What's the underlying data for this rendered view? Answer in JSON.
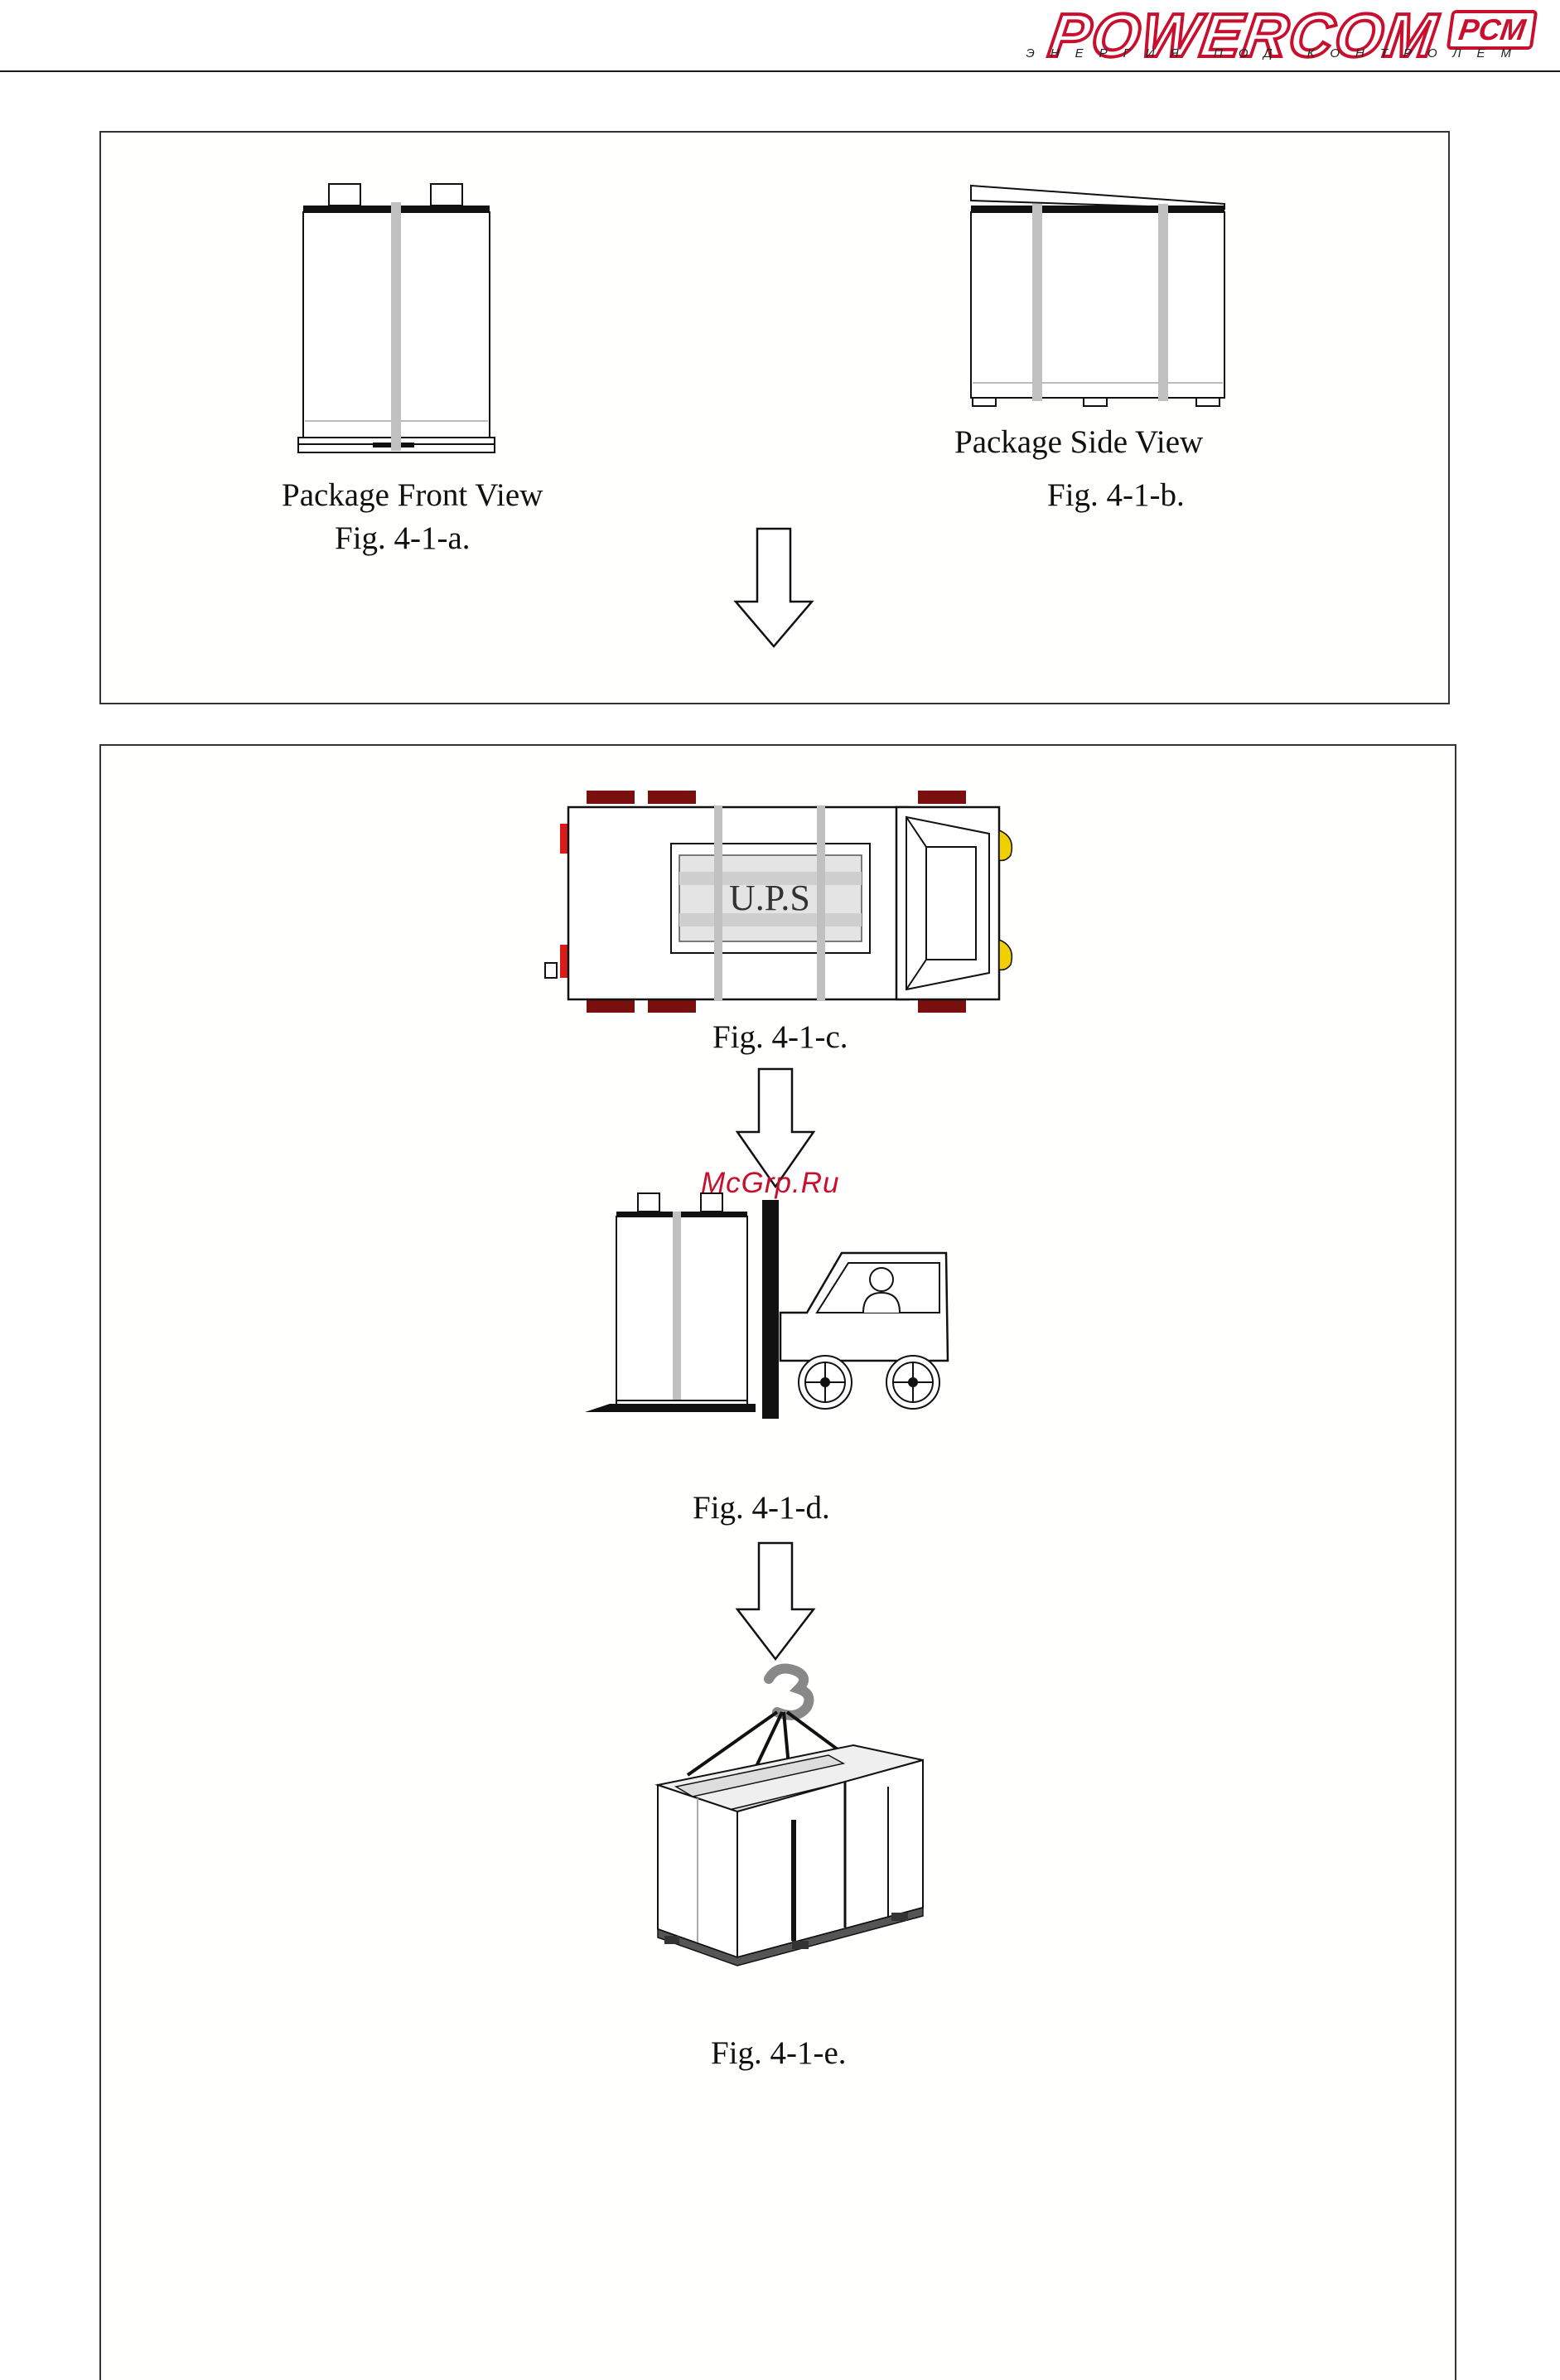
{
  "header": {
    "brand": "POWERCOM",
    "badge": "PCM",
    "tagline": "ЭНЕРГИЯ ПОД КОНТРОЛЕМ"
  },
  "figures": {
    "a": {
      "label": "Package Front View",
      "fig": "Fig. 4-1-a."
    },
    "b": {
      "label": "Package Side View",
      "fig": "Fig. 4-1-b."
    },
    "c": {
      "fig": "Fig. 4-1-c.",
      "box_text": "U.P.S"
    },
    "d": {
      "fig": "Fig. 4-1-d."
    },
    "e": {
      "fig": "Fig. 4-1-e."
    }
  },
  "watermark": "McGrp.Ru",
  "colors": {
    "brand_red": "#c8102e",
    "strap_gray": "#c0c0c0",
    "forklift_dark_red": "#7a0f0f",
    "light_yellow": "#f0d000"
  }
}
